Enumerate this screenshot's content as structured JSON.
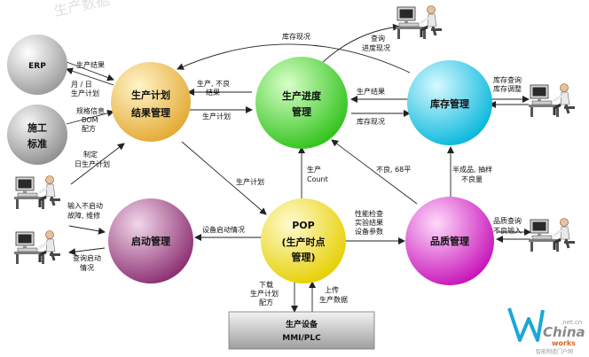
{
  "watermark_top": "生产数据",
  "nodes": {
    "erp": "ERP",
    "standard_line1": "施工",
    "standard_line2": "标准",
    "plan_line1": "生产计划",
    "plan_line2": "结果管理",
    "progress_line1": "生产进度",
    "progress_line2": "管理",
    "inventory": "库存管理",
    "startup": "启动管理",
    "pop_line1": "POP",
    "pop_line2": "(生产时点",
    "pop_line3": "管理)",
    "quality": "品质管理",
    "device_line1": "生产设备",
    "device_line2": "MMI/PLC"
  },
  "labels": {
    "erp_result": "生产结果",
    "erp_plan_line1": "月 / 日",
    "erp_plan_line2": "生产计划",
    "std_line1": "规格信息",
    "std_line2": "BOM",
    "std_line3": "配方",
    "daily_line1": "制定",
    "daily_line2": "日生产计划",
    "plan_to_pop": "生产计划",
    "progress_to_plan_line1": "生产, 不良",
    "progress_to_plan_line2": "结果",
    "plan_to_progress": "生产计划",
    "inv_status_top": "库存现况",
    "query_line1": "查询",
    "query_line2": "进度现况",
    "progress_result": "生产结果",
    "inv_status_mid": "库存现况",
    "inv_query_line1": "库存查询",
    "inv_query_line2": "库存调整",
    "semi_line1": "半成品, 抽样",
    "semi_line2": "不良量",
    "defect_rate": "不良, 68平",
    "count_line1": "生产",
    "count_line2": "Count",
    "perf_line1": "性能检查",
    "perf_line2": "实验结果",
    "perf_line3": "设备参数",
    "startup_status": "设备启动情况",
    "startup_input_line1": "输入不启动",
    "startup_input_line2": "故障, 维修",
    "startup_query_line1": "查询启动",
    "startup_query_line2": "情况",
    "quality_query_line1": "品质查询",
    "quality_query_line2": "不良输入",
    "download_line1": "下载",
    "download_line2": "生产计划",
    "download_line3": "配方",
    "upload_line1": "上传",
    "upload_line2": "生产数据"
  },
  "brand": {
    "net": ".net.cn",
    "china": "China",
    "works": "works",
    "sub": "智能制造门户网"
  },
  "colors": {
    "erp": "#c9c9c9",
    "standard": "#bdbdbd",
    "plan": "#f1c86a",
    "progress": "#62e04a",
    "inventory": "#33d3ee",
    "startup": "#b04a92",
    "pop": "#f4e51e",
    "quality": "#e23bd7",
    "device_bar": "#bfbfbf"
  },
  "icons": [
    "computer-operator-icon"
  ]
}
